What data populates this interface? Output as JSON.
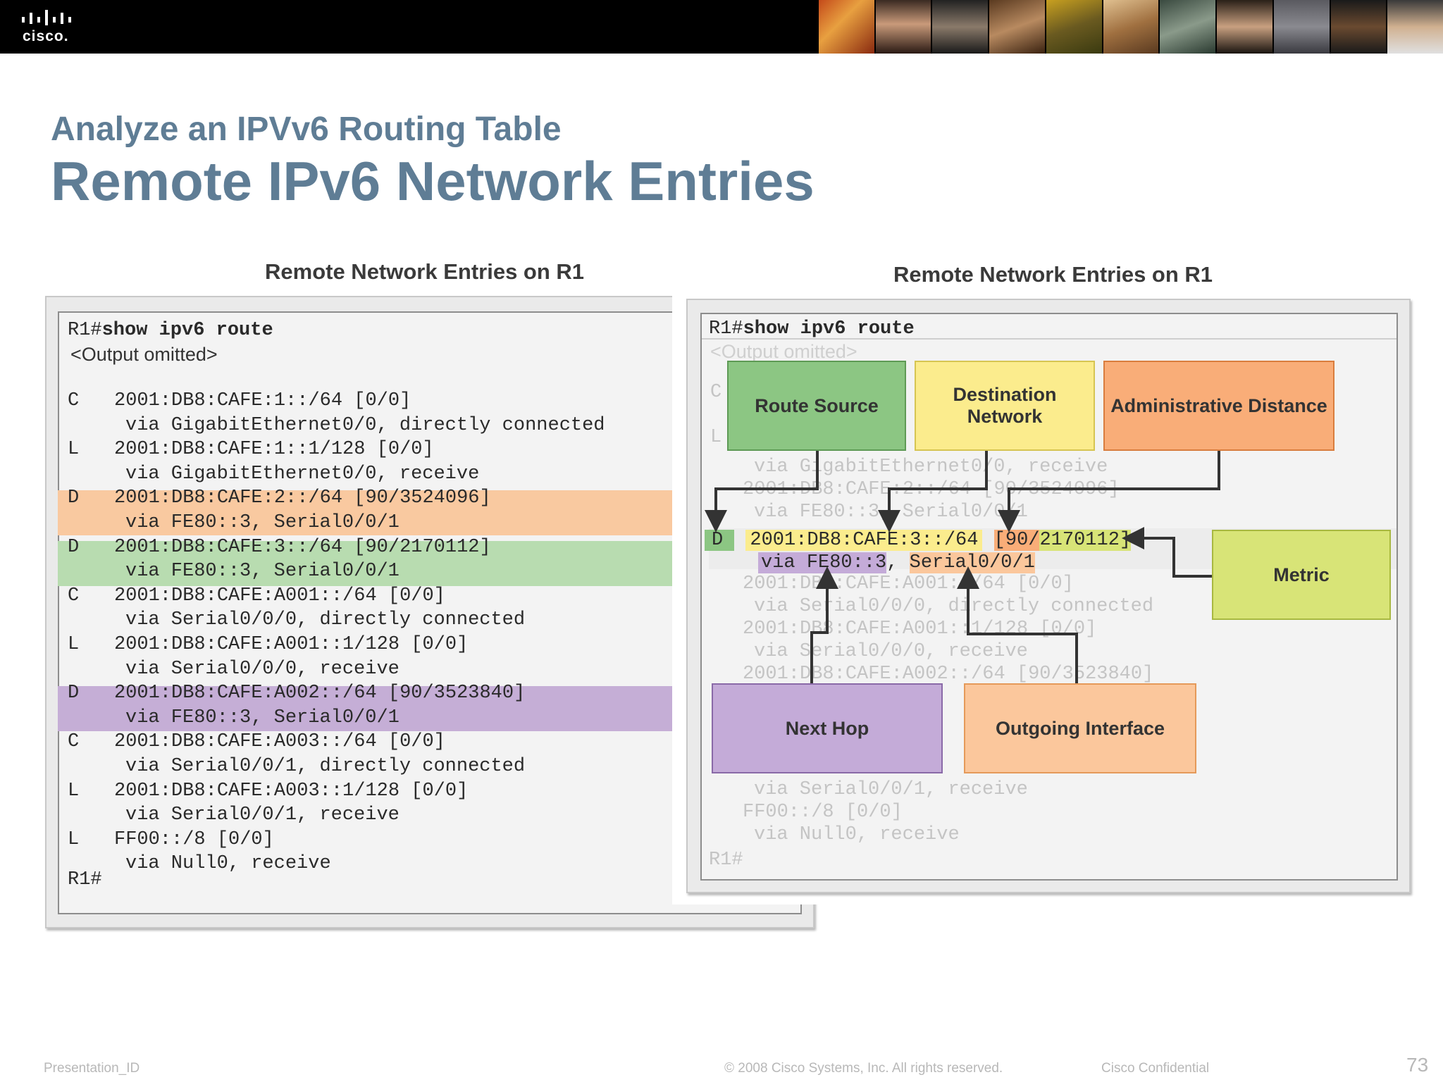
{
  "header": {
    "logo_text": "cisco."
  },
  "slide": {
    "subtitle": "Analyze an IPVv6 Routing Table",
    "title": "Remote IPv6 Network Entries"
  },
  "left_panel": {
    "caption": "Remote Network Entries on R1",
    "prompt": "R1#",
    "command": "show ipv6 route",
    "omitted": "<Output omitted>",
    "lines": [
      {
        "code": "C",
        "text": "2001:DB8:CAFE:1::/64 [0/0]"
      },
      {
        "code": "",
        "text": "via GigabitEthernet0/0, directly connected"
      },
      {
        "code": "L",
        "text": "2001:DB8:CAFE:1::1/128 [0/0]"
      },
      {
        "code": "",
        "text": "via GigabitEthernet0/0, receive"
      },
      {
        "code": "D",
        "text": "2001:DB8:CAFE:2::/64 [90/3524096]"
      },
      {
        "code": "",
        "text": "via FE80::3, Serial0/0/1"
      },
      {
        "code": "D",
        "text": "2001:DB8:CAFE:3::/64 [90/2170112]"
      },
      {
        "code": "",
        "text": "via FE80::3, Serial0/0/1"
      },
      {
        "code": "C",
        "text": "2001:DB8:CAFE:A001::/64 [0/0]"
      },
      {
        "code": "",
        "text": "via Serial0/0/0, directly connected"
      },
      {
        "code": "L",
        "text": "2001:DB8:CAFE:A001::1/128 [0/0]"
      },
      {
        "code": "",
        "text": "via Serial0/0/0, receive"
      },
      {
        "code": "D",
        "text": "2001:DB8:CAFE:A002::/64 [90/3523840]"
      },
      {
        "code": "",
        "text": "via FE80::3, Serial0/0/1"
      },
      {
        "code": "C",
        "text": "2001:DB8:CAFE:A003::/64 [0/0]"
      },
      {
        "code": "",
        "text": "via Serial0/0/1, directly connected"
      },
      {
        "code": "L",
        "text": "2001:DB8:CAFE:A003::1/128 [0/0]"
      },
      {
        "code": "",
        "text": "via Serial0/0/1, receive"
      },
      {
        "code": "L",
        "text": "FF00::/8 [0/0]"
      },
      {
        "code": "",
        "text": "via Null0, receive"
      }
    ],
    "end_prompt": "R1#",
    "highlight_colors": {
      "orange": "#f9c9a0",
      "green": "#b8dcb0",
      "purple": "#c5aed6"
    }
  },
  "right_panel": {
    "caption": "Remote Network Entries on R1",
    "prompt": "R1#",
    "command": "show ipv6 route",
    "omitted": "<Output omitted>",
    "focus": {
      "code": "D",
      "prefix": "2001:DB8:CAFE:3::/64",
      "ad": "[90/",
      "metric": "2170112]",
      "via": "via",
      "nexthop": "FE80::3",
      "comma": ",",
      "interface": "Serial0/0/1"
    },
    "faded_lines": {
      "c1": "C",
      "l1": "L",
      "via_gig": "via GigabitEthernet0/0, receive",
      "d2": "2001:DB8:CAFE:2::/64 [90/3524096]",
      "via_fe": "via FE80::3, Serial0/0/1",
      "c_a001": "2001:DB8:CAFE:A001::/64 [0/0]",
      "via_s000c": "via Serial0/0/0, directly connected",
      "l_a001": "2001:DB8:CAFE:A001::1/128 [0/0]",
      "via_s000r": "via Serial0/0/0, receive",
      "d_a002": "2001:DB8:CAFE:A002::/64 [90/3523840]",
      "via_s001r": "via Serial0/0/1, receive",
      "ff00": "FF00::/8 [0/0]",
      "via_null": "via Null0, receive",
      "end_prompt": "R1#"
    },
    "callouts": {
      "route_source": "Route Source",
      "destination_network": "Destination Network",
      "administrative_distance": "Administrative Distance",
      "metric": "Metric",
      "next_hop": "Next Hop",
      "outgoing_interface": "Outgoing Interface"
    },
    "callout_colors": {
      "route_source": "#8cc683",
      "destination_network": "#fbec8d",
      "administrative_distance": "#f9ad78",
      "metric": "#d8e477",
      "next_hop": "#c4abd8",
      "outgoing_interface": "#fbc79c"
    }
  },
  "footer": {
    "presentation_id": "Presentation_ID",
    "copyright": "© 2008 Cisco Systems, Inc. All rights reserved.",
    "confidential": "Cisco Confidential",
    "page_number": "73"
  }
}
